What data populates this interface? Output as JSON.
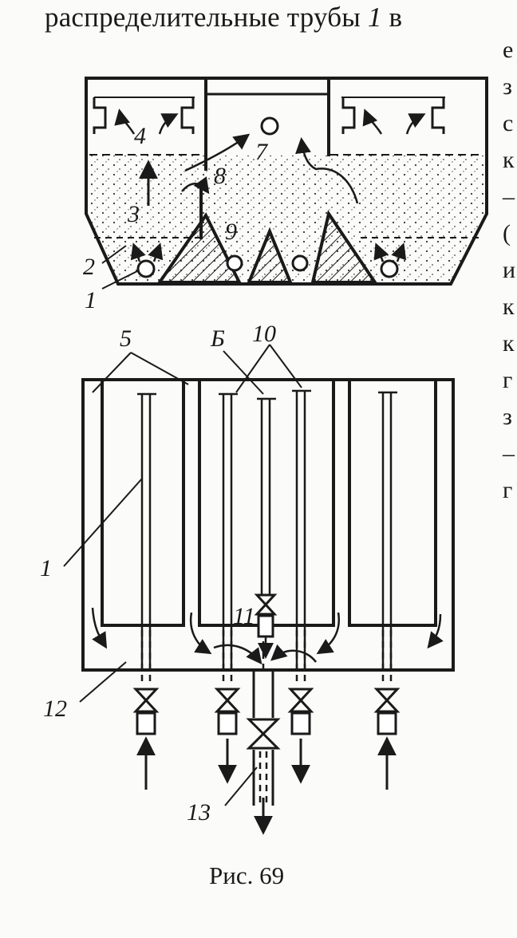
{
  "heading": {
    "text": "распределительные трубы",
    "number": "1",
    "tail": "в"
  },
  "caption": "Рис. 69",
  "side_fragments": [
    "е",
    "з",
    "с",
    "к",
    "–",
    "(",
    "и",
    "к",
    "к",
    "г",
    "з",
    "–",
    "г"
  ],
  "figure": {
    "labels": {
      "l1_top": "1",
      "l2": "2",
      "l3": "3",
      "l4": "4",
      "l7": "7",
      "l8": "8",
      "l9": "9",
      "l5": "5",
      "l6": "Б",
      "l10": "10",
      "l1_bottom": "1",
      "l11": "11",
      "l12": "12",
      "l13": "13"
    }
  },
  "colors": {
    "ink": "#1a1a1a",
    "paper": "#fbfbf9"
  }
}
